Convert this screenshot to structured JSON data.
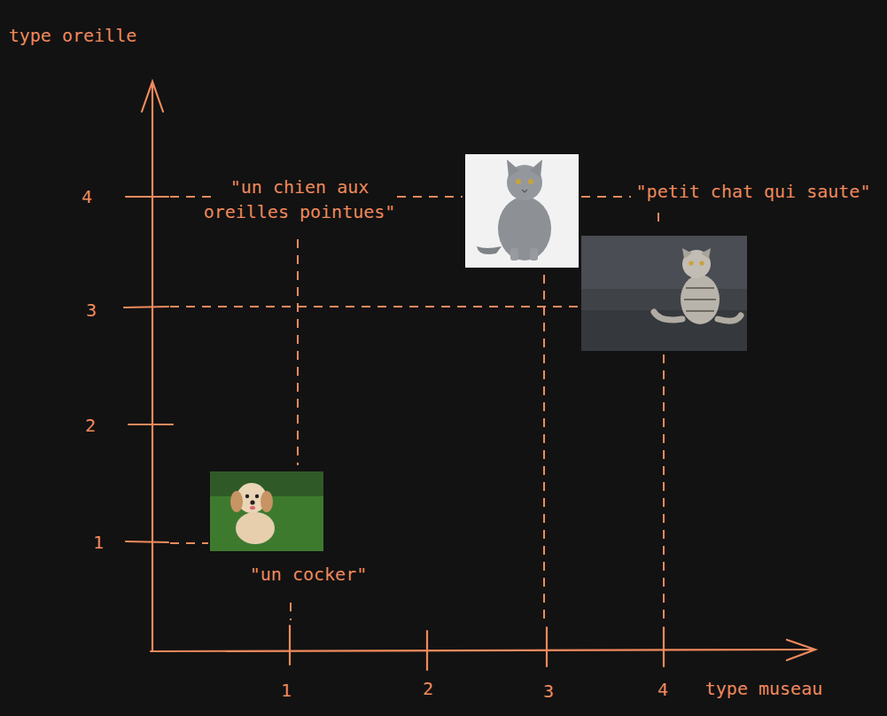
{
  "diagram": {
    "labels": [
      "type oreille",
      "4",
      "3",
      "2",
      "1",
      "\"un chien aux oreilles pointues\"",
      "\"petit chat qui saute\"",
      "\"un cocker\"",
      "1",
      "2",
      "3",
      "4",
      "type museau"
    ]
  }
}
